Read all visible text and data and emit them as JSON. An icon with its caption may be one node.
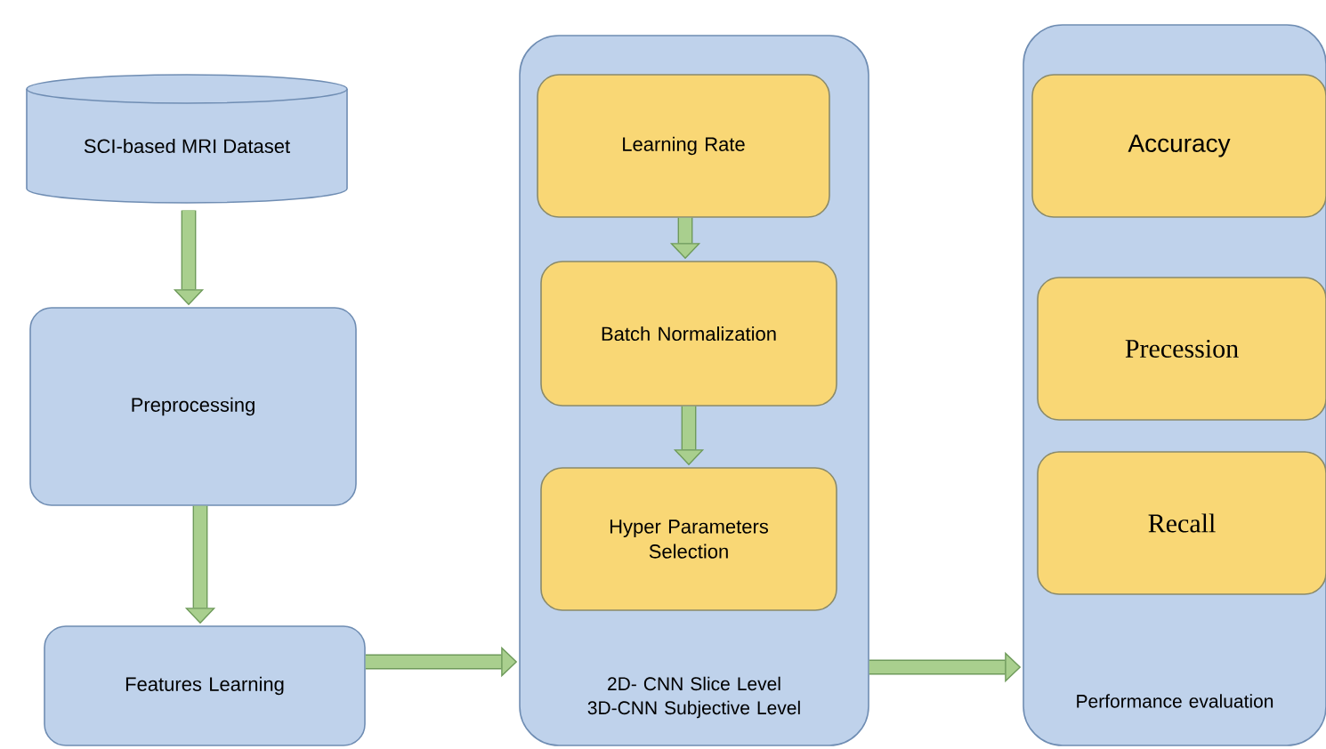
{
  "diagram": {
    "nodes": [
      {
        "text": [
          "SCI-based MRI Dataset"
        ]
      },
      {
        "text": [
          "Preprocessing"
        ]
      },
      {
        "text": [
          "Features Learning"
        ]
      },
      {
        "text": [
          "2D- CNN Slice Level",
          "3D-CNN Subjective Level"
        ]
      },
      {
        "text": [
          "Learning Rate"
        ],
        "in": 3
      },
      {
        "text": [
          "Batch Normalization"
        ],
        "in": 3
      },
      {
        "text": [
          "Hyper Parameters Selection"
        ],
        "in": 3
      },
      {
        "text": [
          "Performance evaluation"
        ]
      },
      {
        "text": [
          "Accuracy"
        ],
        "in": 7
      },
      {
        "text": [
          "Precession"
        ],
        "in": 7
      },
      {
        "text": [
          "Recall"
        ],
        "in": 7
      }
    ],
    "edges": [
      {
        "from": 0,
        "to": 1,
        "arrow": "to"
      },
      {
        "from": 1,
        "to": 2,
        "arrow": "to"
      },
      {
        "from": 2,
        "to": 3,
        "arrow": "to"
      },
      {
        "from": 4,
        "to": 5,
        "arrow": "to"
      },
      {
        "from": 5,
        "to": 6,
        "arrow": "to"
      },
      {
        "from": 3,
        "to": 7,
        "arrow": "to"
      }
    ]
  }
}
